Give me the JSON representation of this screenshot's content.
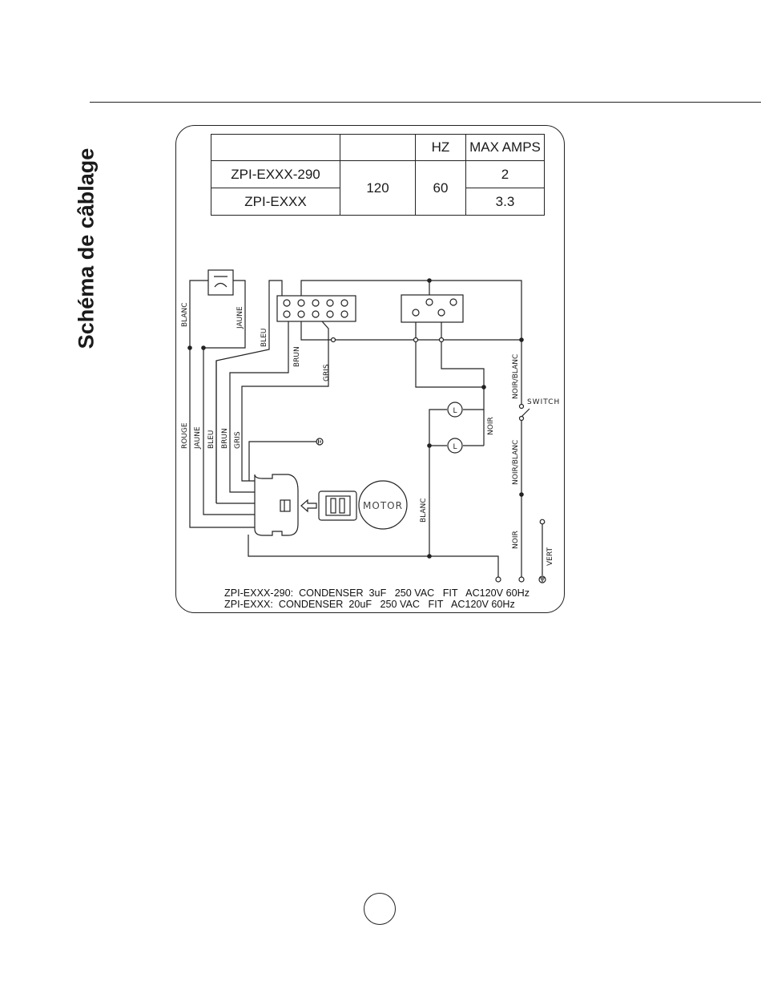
{
  "page": {
    "title": "Schéma de câblage"
  },
  "spec_table": {
    "headers": [
      "",
      "",
      "HZ",
      "MAX AMPS"
    ],
    "models": [
      {
        "model": "ZPI-EXXX-290",
        "amps": "2"
      },
      {
        "model": "ZPI-EXXX",
        "amps": "3.3"
      }
    ],
    "volts": "120",
    "hz": "60"
  },
  "diagram": {
    "wire_labels": {
      "blanc_top": "BLANC",
      "jaune_top": "JAUNE",
      "bleu_top": "BLEU",
      "brun_top": "BRUN",
      "gris_top": "GRIS",
      "rouge": "ROUGE",
      "jaune": "JAUNE",
      "bleu": "BLEU",
      "brun": "BRUN",
      "gris": "GRIS",
      "noir_blanc_upper": "NOIR/BLANC",
      "noir_blanc_lower": "NOIR/BLANC",
      "noir_lamp": "NOIR",
      "blanc_lamp": "BLANC",
      "noir_supply": "NOIR",
      "vert": "VERT"
    },
    "switch_label": "SWITCH",
    "lamp_label": "L",
    "motor_label": "MOTOR"
  },
  "notes": [
    "ZPI-EXXX-290:  CONDENSER  3uF   250 VAC   FIT   AC120V 60Hz",
    "ZPI-EXXX:  CONDENSER  20uF   250 VAC   FIT   AC120V 60Hz"
  ]
}
